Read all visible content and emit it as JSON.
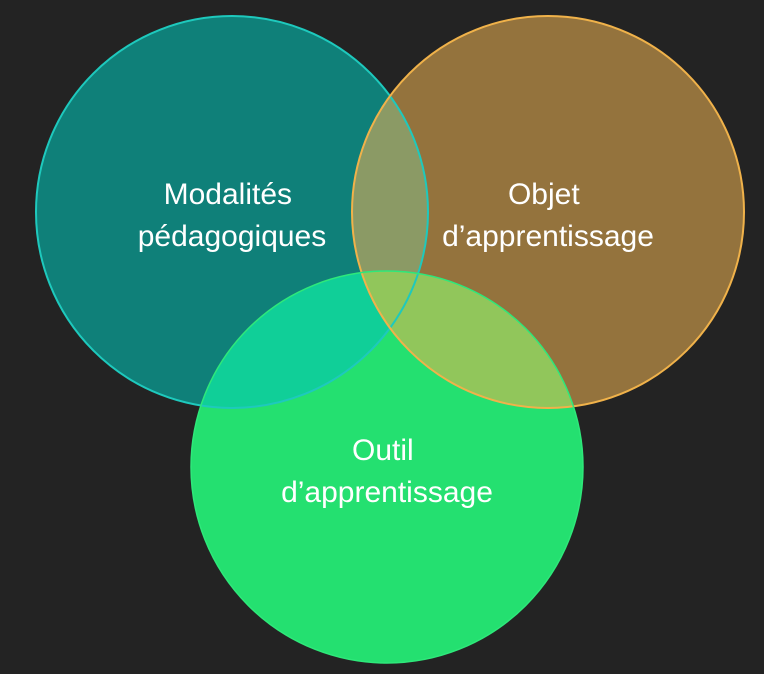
{
  "diagram": {
    "background": "#232323",
    "circles": [
      {
        "id": "modalites",
        "label_lines": [
          "Modalités",
          "pédagogiques"
        ],
        "fill": "#0f8079",
        "stroke": "#1ec9bd"
      },
      {
        "id": "objet",
        "label_lines": [
          "Objet",
          "d’apprentissage"
        ],
        "fill": "#94733d",
        "stroke": "#f0b24a"
      },
      {
        "id": "outil",
        "label_lines": [
          "Outil",
          "d’apprentissage"
        ],
        "fill": "#24e070",
        "stroke": "#2ee87a"
      }
    ],
    "overlaps": {
      "modalites_objet": "#8b9a65",
      "modalites_outil": "#10cf98",
      "objet_outil": "#91c65b"
    }
  }
}
